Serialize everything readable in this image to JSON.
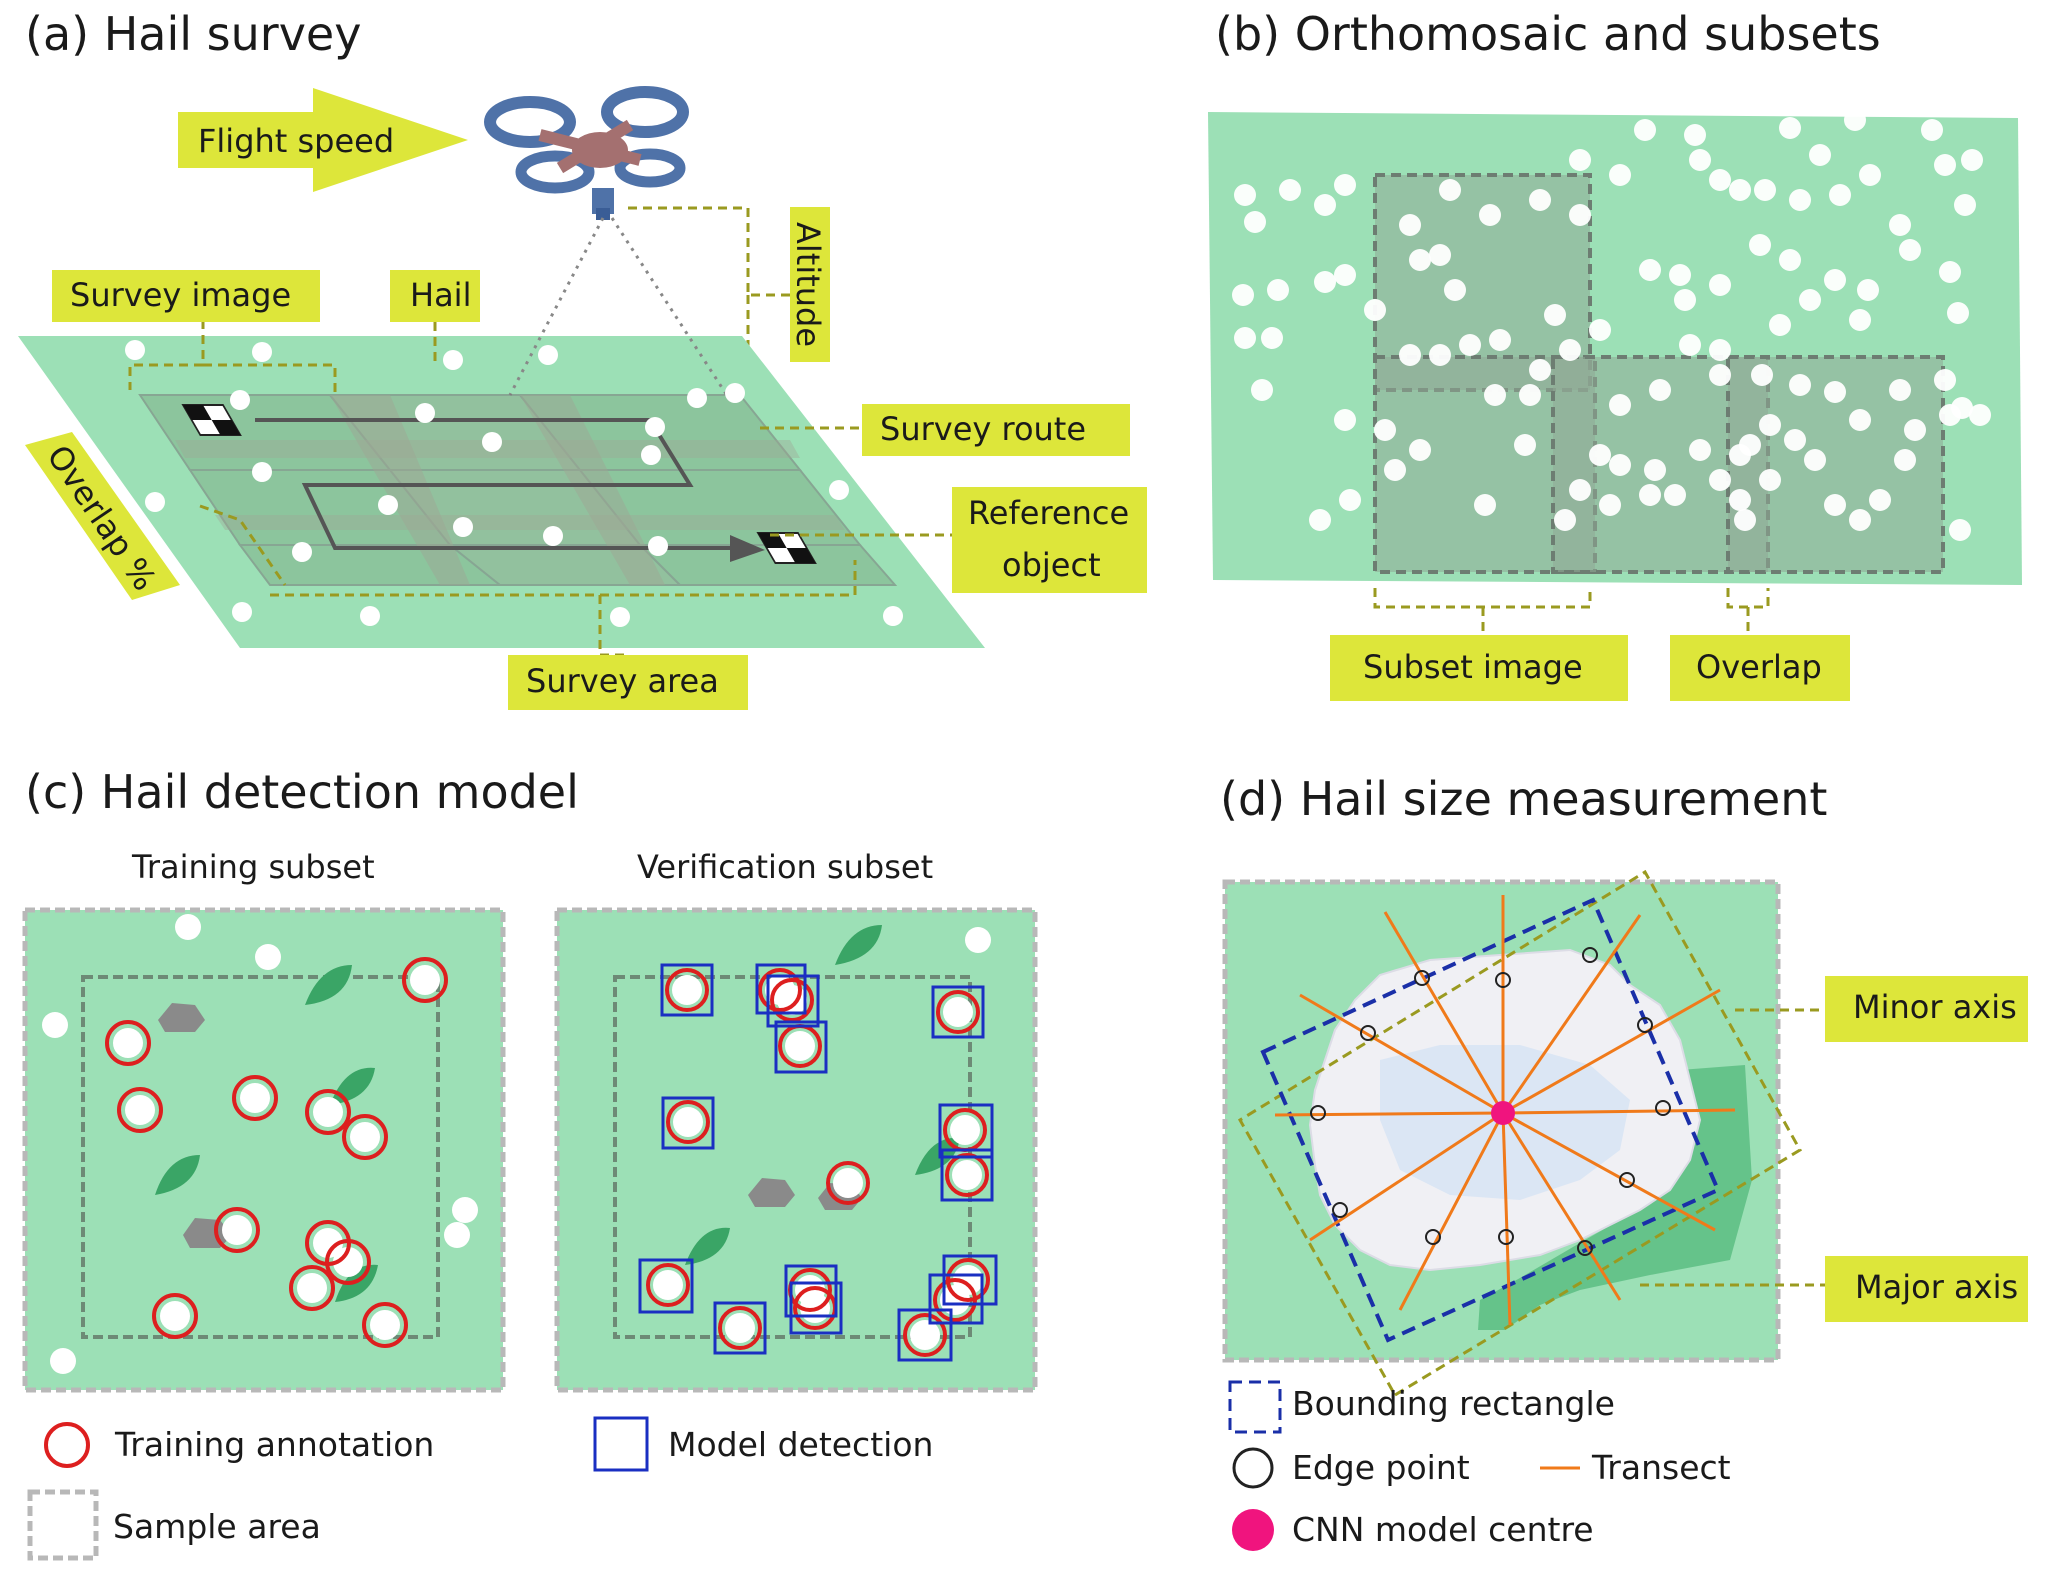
{
  "panel_a": {
    "title": "(a) Hail survey",
    "flight_speed": "Flight speed",
    "altitude": "Altitude",
    "survey_image": "Survey image",
    "hail": "Hail",
    "survey_route": "Survey  route",
    "reference_object_1": "Reference",
    "reference_object_2": "object",
    "overlap": "Overlap %",
    "survey_area": "Survey  area"
  },
  "panel_b": {
    "title": "(b) Orthomosaic and subsets",
    "subset_image": "Subset image",
    "overlap": "Overlap"
  },
  "panel_c": {
    "title": "(c) Hail detection model",
    "training_subset": "Training  subset",
    "verification_subset": "Verification  subset",
    "legend_training": "Training  annotation",
    "legend_model": "Model  detection",
    "legend_sample": "Sample area"
  },
  "panel_d": {
    "title": "(d) Hail  size measurement",
    "minor_axis": "Minor axis",
    "major_axis": "Major axis",
    "legend_bounding": "Bounding  rectangle",
    "legend_edge": "Edge point",
    "legend_transect": "Transect",
    "legend_centre": "CNN model centre"
  },
  "colors": {
    "field": "#9ce0b6",
    "label_box": "#dde63a",
    "annotation": "#dd1f1f",
    "detection": "#1a2fc2",
    "transect": "#f07a1a",
    "centre": "#f0147e",
    "bounding": "#1a2fa8"
  }
}
